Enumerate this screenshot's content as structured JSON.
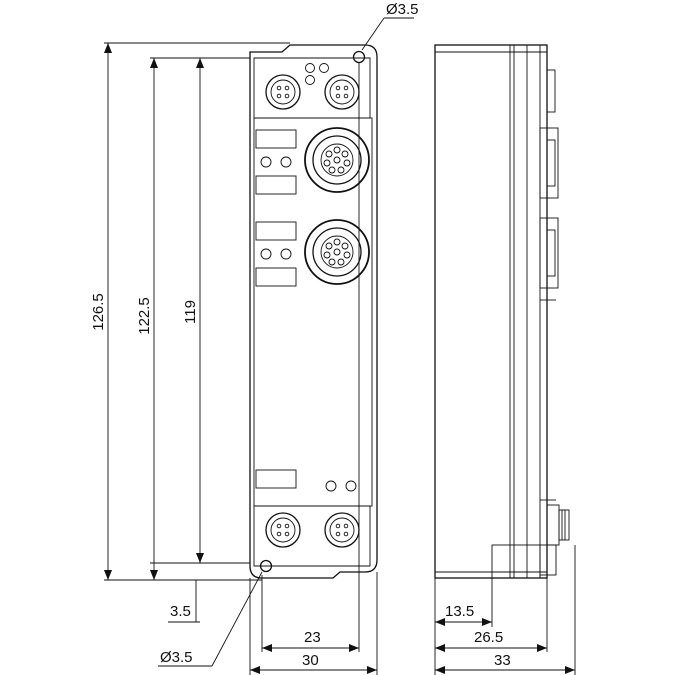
{
  "drawing": {
    "front_view": {
      "dims": {
        "hole_top": "Ø3.5",
        "hole_bottom": "Ø3.5",
        "height_total": "126.5",
        "height_mid": "122.5",
        "height_inner": "119",
        "offset_bottom": "3.5",
        "width_inner": "23",
        "width_total": "30"
      }
    },
    "side_view": {
      "dims": {
        "d1": "13.5",
        "d2": "26.5",
        "d3": "33"
      }
    }
  }
}
